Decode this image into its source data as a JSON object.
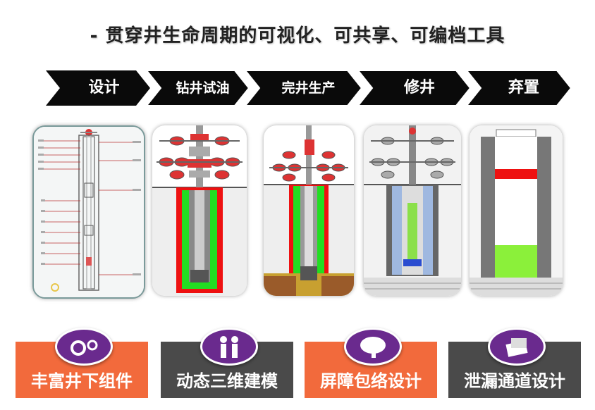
{
  "title": "- 贯穿井生命周期的可视化、可共享、可编档工具",
  "stages": [
    {
      "label": "设计"
    },
    {
      "label": "钻井试油"
    },
    {
      "label": "完井生产"
    },
    {
      "label": "修井"
    },
    {
      "label": "弃置"
    }
  ],
  "features": [
    {
      "label": "丰富井下组件",
      "icon": "gears-icon",
      "color": "#f26a3c"
    },
    {
      "label": "动态三维建模",
      "icon": "people-icon",
      "color": "#4a4a4a"
    },
    {
      "label": "屏障包络设计",
      "icon": "brain-icon",
      "color": "#f26a3c"
    },
    {
      "label": "泄漏通道设计",
      "icon": "cards-icon",
      "color": "#4a4a4a"
    }
  ],
  "colors": {
    "arrow": "#0a0a0a",
    "badge": "#6a2a8e",
    "orange": "#f26a3c",
    "gray": "#4a4a4a"
  }
}
